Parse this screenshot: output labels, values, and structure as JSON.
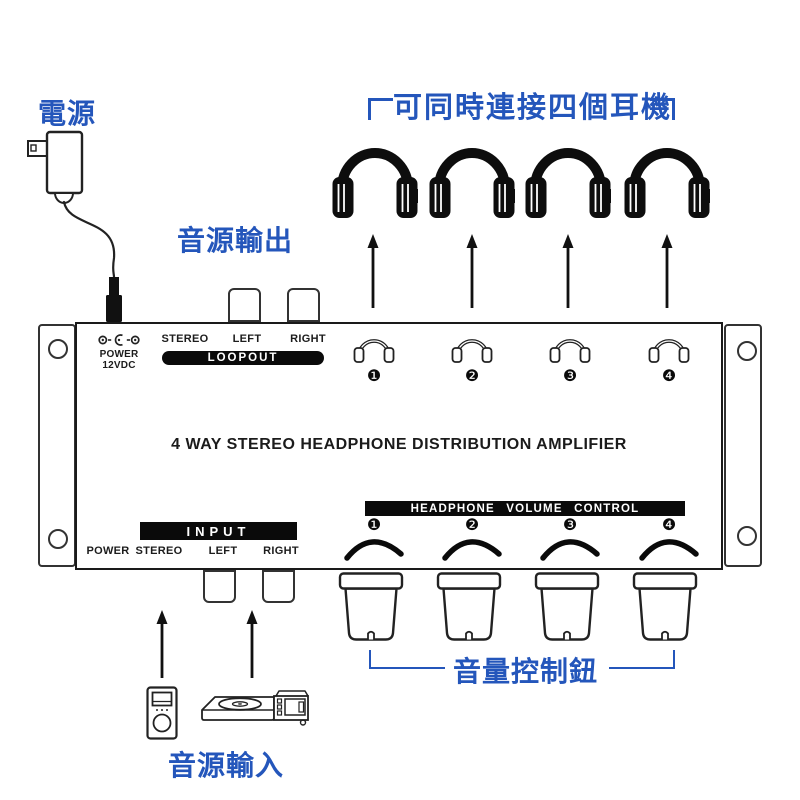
{
  "colors": {
    "accent": "#2456bb",
    "ink": "#151515"
  },
  "labels": {
    "power_supply": "電源",
    "audio_output": "音源輸出",
    "headphones_note": "可同時連接四個耳機",
    "volume_knobs": "音量控制鈕",
    "audio_input": "音源輸入"
  },
  "panel": {
    "title": "4 WAY STEREO HEADPHONE DISTRIBUTION AMPLIFIER",
    "power_port": {
      "label": "POWER",
      "voltage": "12VDC"
    },
    "loopout": {
      "stereo": "STEREO",
      "left": "LEFT",
      "right": "RIGHT",
      "bar_label": "LOOPOUT"
    },
    "headphone_jacks": {
      "numbers": [
        "❶",
        "❷",
        "❸",
        "❹"
      ]
    },
    "volume": {
      "bar_label": "HEADPHONE VOLUME CONTROL",
      "numbers": [
        "❶",
        "❷",
        "❸",
        "❹"
      ]
    },
    "input": {
      "bar_label": "INPUT",
      "power": "POWER",
      "stereo": "STEREO",
      "left": "LEFT",
      "right": "RIGHT"
    }
  }
}
